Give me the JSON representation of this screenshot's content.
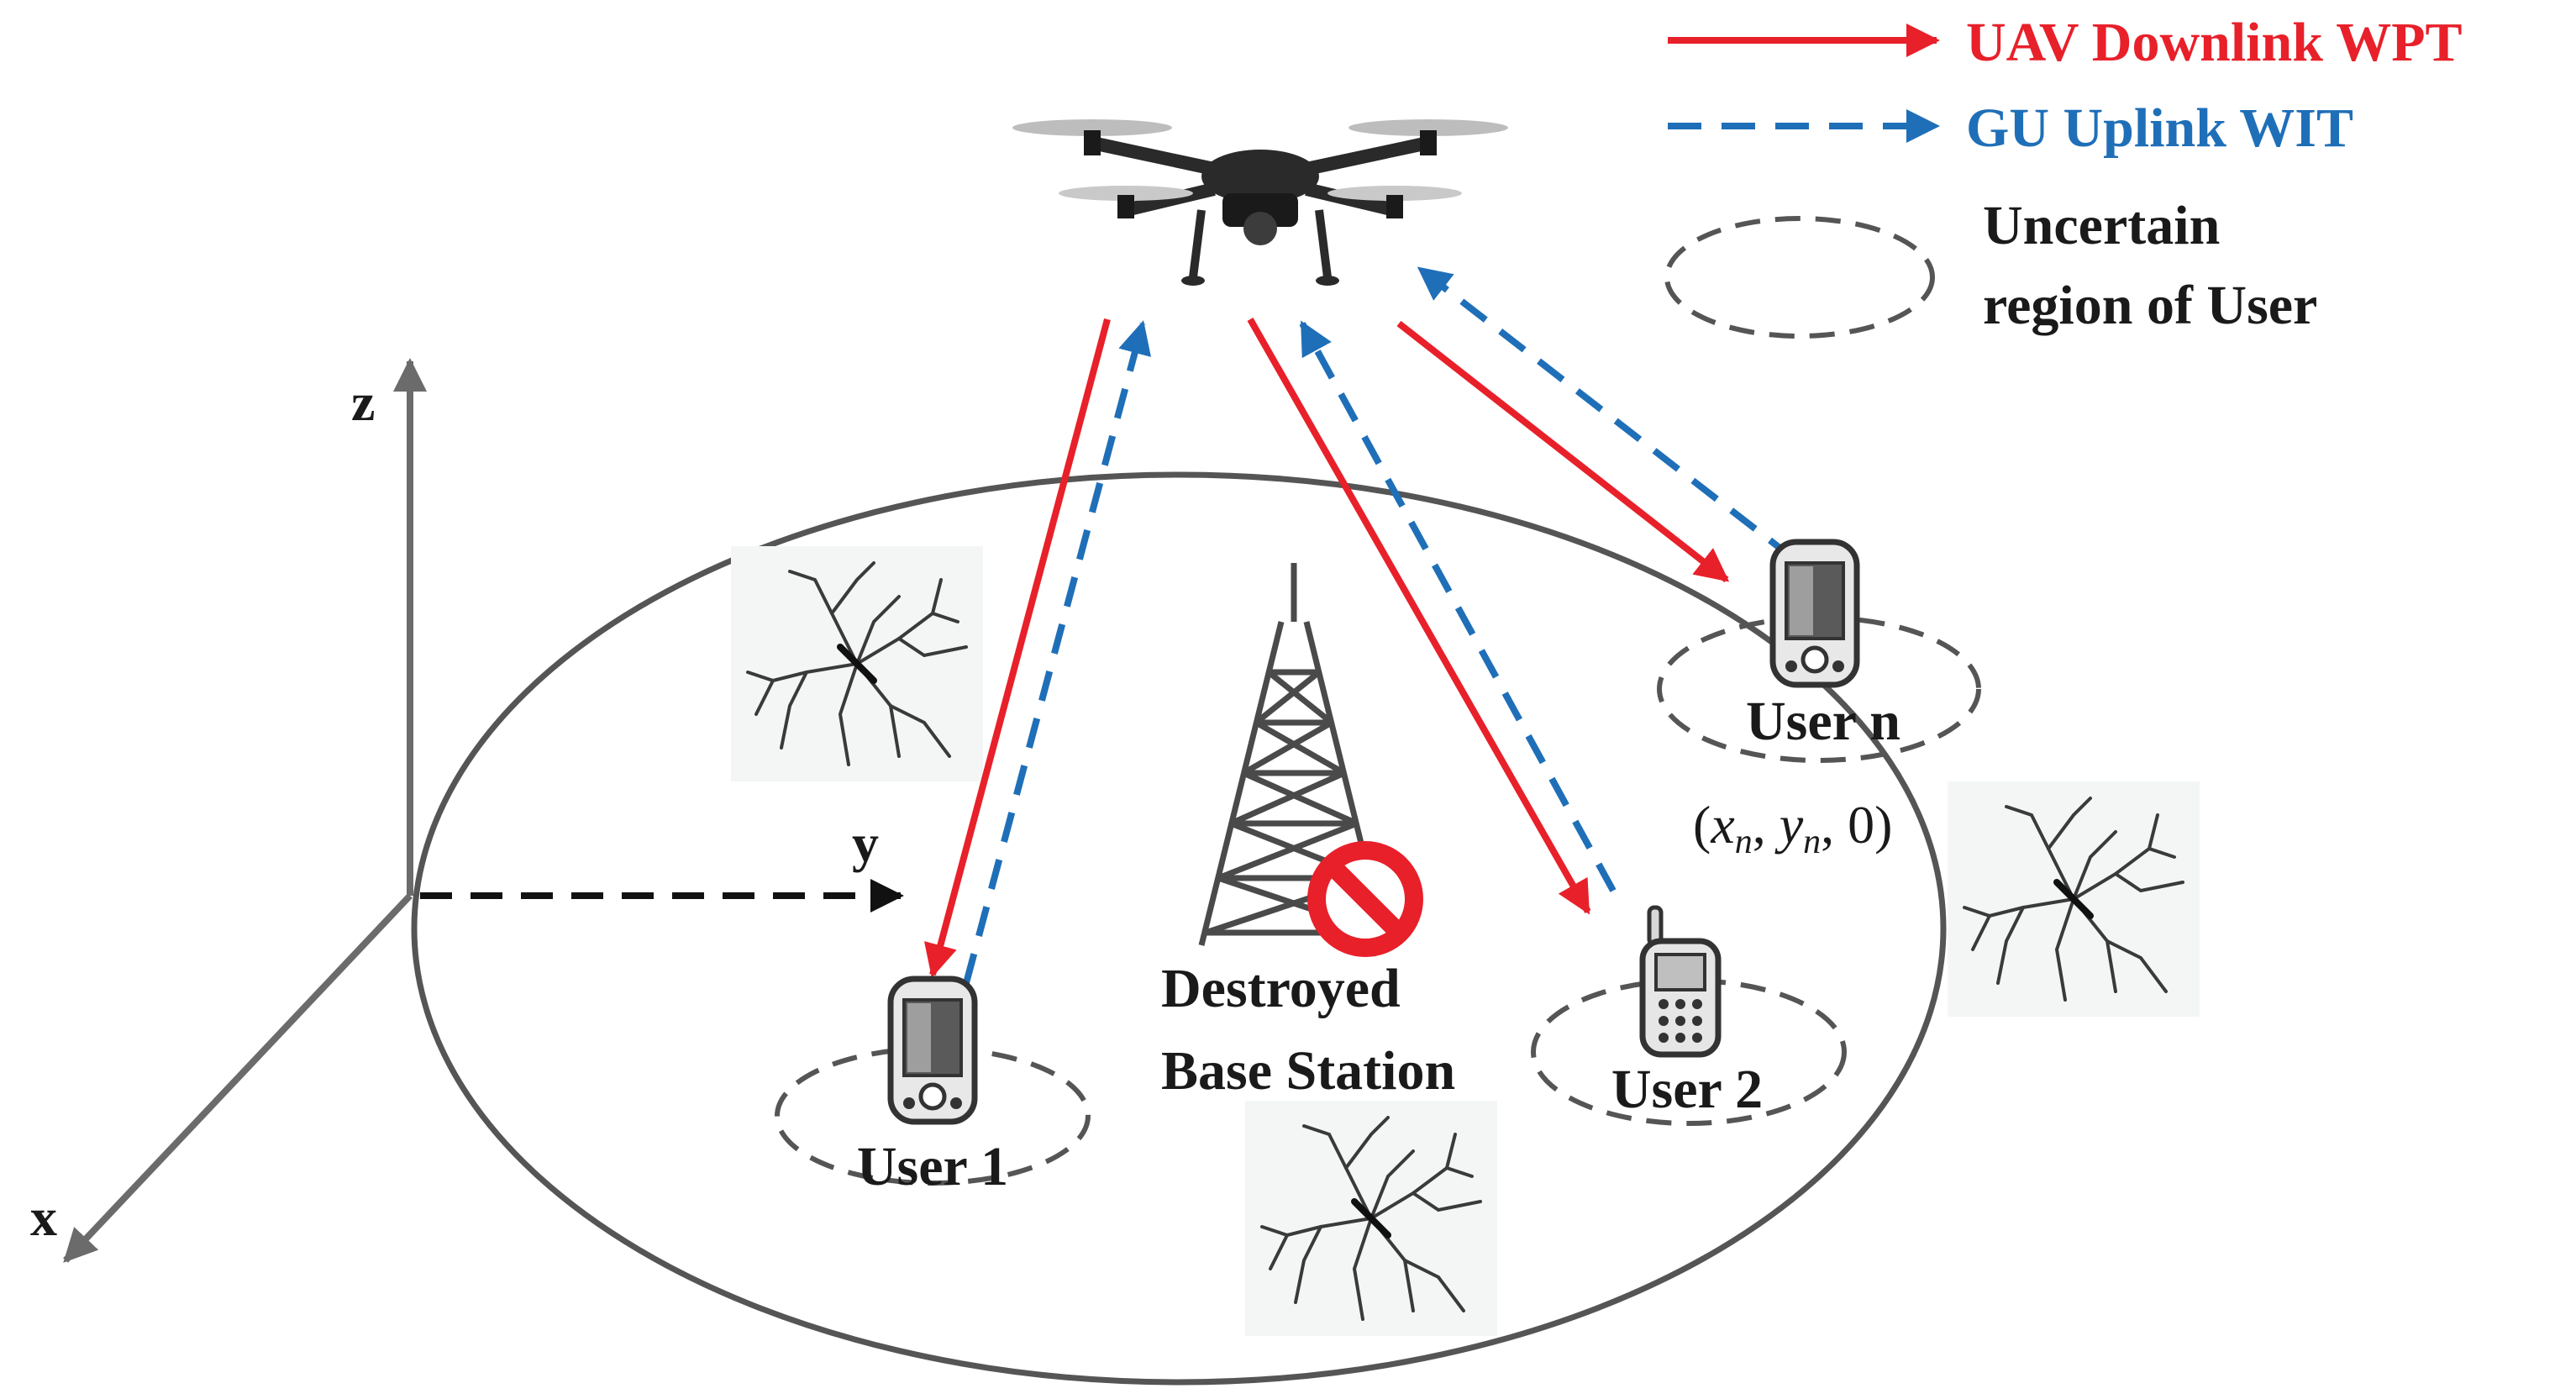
{
  "legend": {
    "downlink": "UAV Downlink WPT",
    "uplink": "GU Uplink WIT",
    "uncertain_line1": "Uncertain",
    "uncertain_line2": "region of User"
  },
  "axes": {
    "z": "z",
    "y": "y",
    "x": "x"
  },
  "base_station": {
    "line1": "Destroyed",
    "line2": "Base Station"
  },
  "users": {
    "user1": "User 1",
    "user2": "User 2",
    "usern": "User n",
    "usern_coord": "(xn, yn, 0)"
  },
  "colors": {
    "downlink": "#e8202a",
    "uplink": "#1f6fb8",
    "axis": "#6b6b6b",
    "ellipse": "#555555",
    "text": "#1a1a1a"
  },
  "icons": [
    "drone-icon",
    "tower-icon",
    "prohibited-icon",
    "phone-icon",
    "cellphone-icon",
    "crack-icon"
  ]
}
